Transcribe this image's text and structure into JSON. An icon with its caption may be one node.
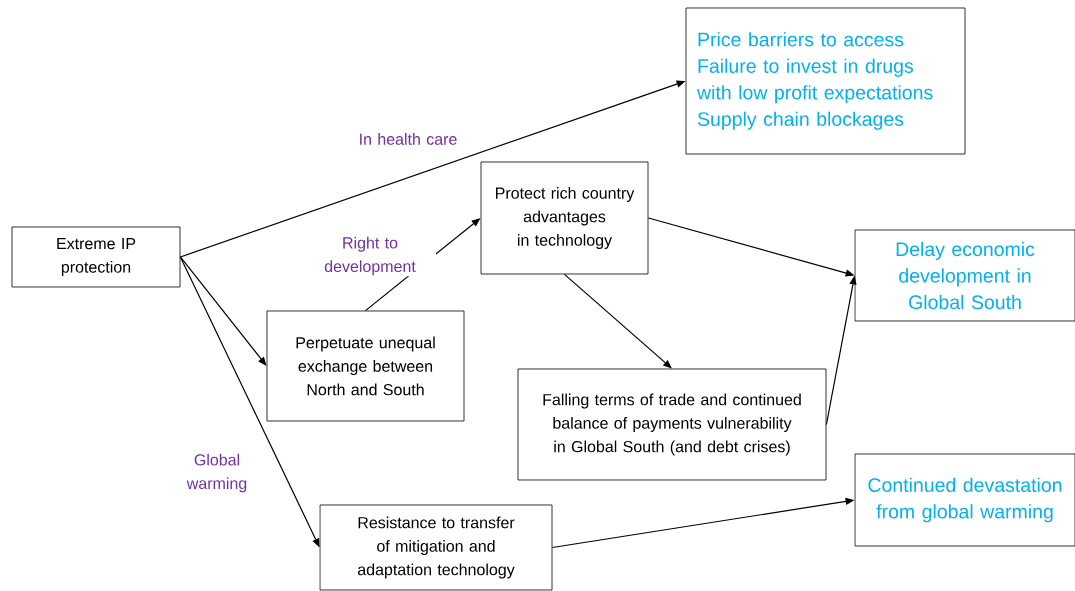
{
  "diagram": {
    "nodes": [
      {
        "text": [
          "Extreme IP protection"
        ]
      },
      {
        "text": [
          "Price barriers to access",
          "Failure to invest in drugs with low profit expectations",
          "Supply chain blockages"
        ]
      },
      {
        "text": [
          "Protect rich country advantages in technology"
        ]
      },
      {
        "text": [
          "Perpetuate unequal exchange between North and South"
        ]
      },
      {
        "text": [
          "Delay economic development in Global South"
        ]
      },
      {
        "text": [
          "Falling terms of trade and continued balance of payments vulnerability in Global South (and debt crises)"
        ]
      },
      {
        "text": [
          "Continued devastation from global warming"
        ]
      },
      {
        "text": [
          "Resistance to transfer of mitigation and adaptation technology"
        ]
      }
    ],
    "edges": [
      {
        "from": 0,
        "to": 1,
        "arrow": "to",
        "label": "In health care"
      },
      {
        "from": 0,
        "to": 3,
        "arrow": "to"
      },
      {
        "from": 3,
        "to": 2,
        "arrow": "to",
        "label": "Right to development"
      },
      {
        "from": 0,
        "to": 7,
        "arrow": "to",
        "label": "Global warming"
      },
      {
        "from": 2,
        "to": 4,
        "arrow": "to"
      },
      {
        "from": 2,
        "to": 5,
        "arrow": "to"
      },
      {
        "from": 5,
        "to": 4,
        "arrow": "to"
      },
      {
        "from": 7,
        "to": 6,
        "arrow": "to"
      }
    ]
  }
}
